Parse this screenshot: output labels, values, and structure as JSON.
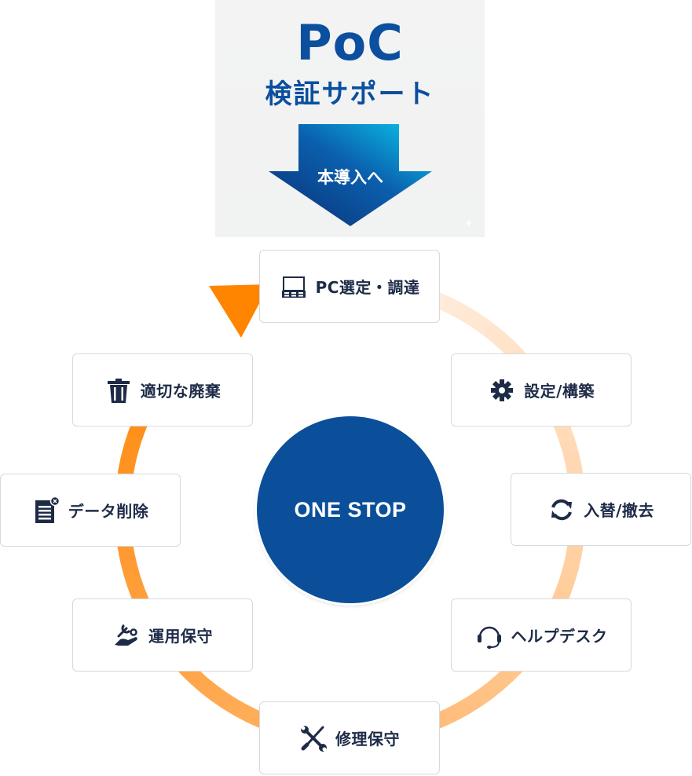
{
  "poc": {
    "title": "PoC",
    "subtitle": "検証サポート",
    "arrow_label": "本導入へ",
    "sparkle": "✦"
  },
  "center": {
    "label": "ONE STOP"
  },
  "colors": {
    "brand_blue": "#0b4f9e",
    "text_dark": "#1e2b47",
    "ring_start": "#ffecdc",
    "ring_end": "#ff8a10",
    "arrowhead": "#ff8400"
  },
  "steps": [
    {
      "label": "PC選定・調達",
      "icon": "laptop-icon"
    },
    {
      "label": "設定/構築",
      "icon": "gear-icon"
    },
    {
      "label": "入替/撤去",
      "icon": "refresh-icon"
    },
    {
      "label": "ヘルプデスク",
      "icon": "headset-icon"
    },
    {
      "label": "修理保守",
      "icon": "tools-icon"
    },
    {
      "label": "運用保守",
      "icon": "hand-wrench-icon"
    },
    {
      "label": "データ削除",
      "icon": "document-delete-icon"
    },
    {
      "label": "適切な廃棄",
      "icon": "trash-icon"
    }
  ]
}
